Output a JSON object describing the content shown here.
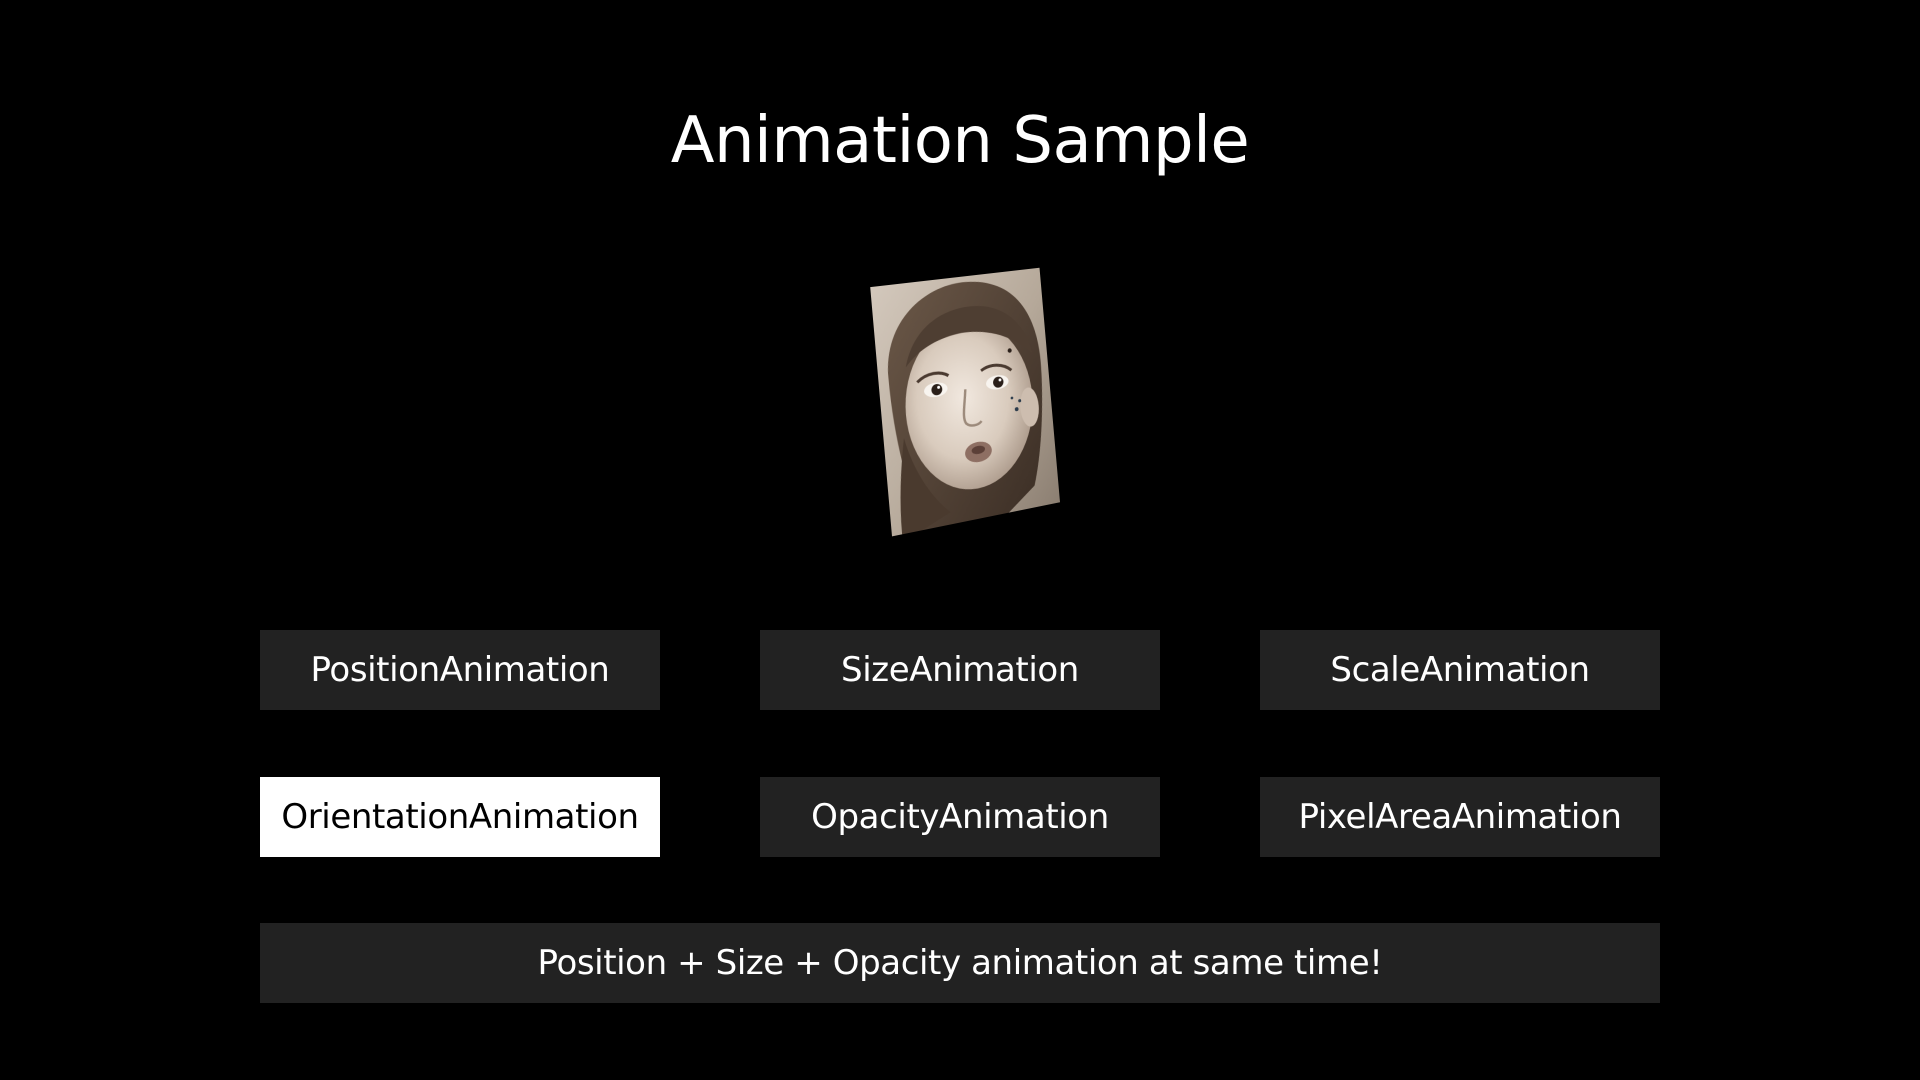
{
  "title": "Animation Sample",
  "colors": {
    "background": "#000000",
    "button": "#222222",
    "button_selected": "#ffffff",
    "text": "#ffffff",
    "text_selected": "#000000"
  },
  "image": {
    "icon": "child-face-photo"
  },
  "buttons": [
    {
      "label": "PositionAnimation",
      "selected": false
    },
    {
      "label": "SizeAnimation",
      "selected": false
    },
    {
      "label": "ScaleAnimation",
      "selected": false
    },
    {
      "label": "OrientationAnimation",
      "selected": true
    },
    {
      "label": "OpacityAnimation",
      "selected": false
    },
    {
      "label": "PixelAreaAnimation",
      "selected": false
    },
    {
      "label": "Position + Size + Opacity animation at same time!",
      "selected": false
    }
  ]
}
